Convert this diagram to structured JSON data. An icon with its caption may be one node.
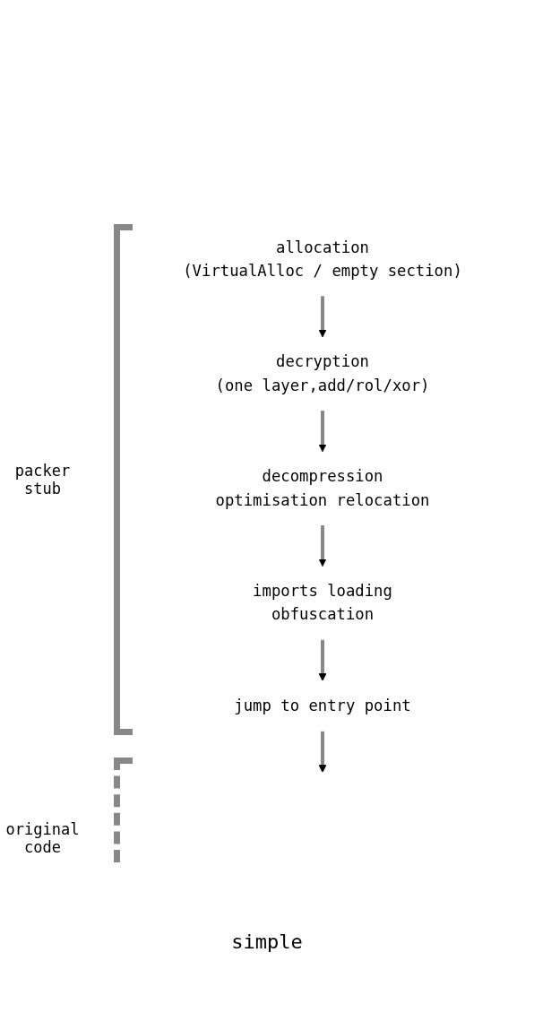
{
  "diagram": {
    "caption": "simple",
    "nodes": [
      {
        "text": [
          "allocation",
          "(VirtualAlloc / empty section)"
        ]
      },
      {
        "text": [
          "decryption",
          "(one layer,add/rol/xor)"
        ]
      },
      {
        "text": [
          "decompression",
          "optimisation relocation"
        ]
      },
      {
        "text": [
          "imports loading",
          "obfuscation"
        ]
      },
      {
        "text": [
          "jump to entry point"
        ]
      }
    ],
    "edges": [
      {
        "from": 0,
        "to": 1,
        "arrow": "to"
      },
      {
        "from": 1,
        "to": 2,
        "arrow": "to"
      },
      {
        "from": 2,
        "to": 3,
        "arrow": "to"
      },
      {
        "from": 3,
        "to": 4,
        "arrow": "to"
      },
      {
        "from": 4,
        "to": null,
        "arrow": "to"
      }
    ],
    "labels": [
      "packer stub",
      "original code"
    ]
  }
}
